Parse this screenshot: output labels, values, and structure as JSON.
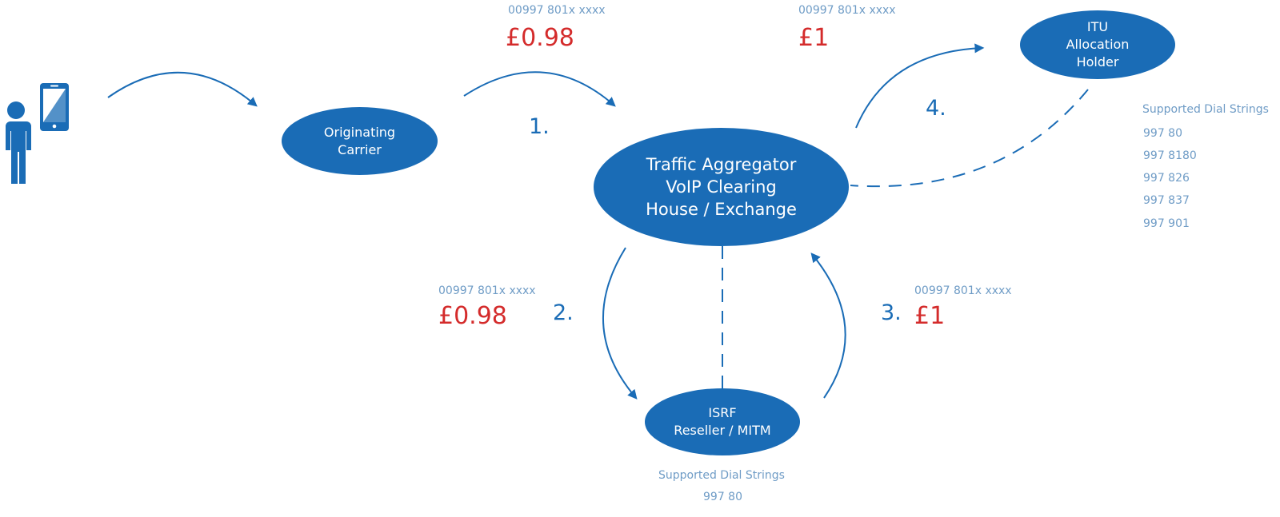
{
  "colors": {
    "node_fill": "#1a6cb6",
    "arrow": "#1a6cb6",
    "price": "#d42b2b",
    "dial_text": "#6f9cc6"
  },
  "icons": [
    "person-icon",
    "smartphone-icon"
  ],
  "nodes": {
    "originating_carrier": [
      "Originating",
      "Carrier"
    ],
    "aggregator": [
      "Traffic Aggregator",
      "VoIP Clearing",
      "House / Exchange"
    ],
    "itu": [
      "ITU",
      "Allocation",
      "Holder"
    ],
    "isrf": [
      "ISRF",
      "Reseller / MITM"
    ]
  },
  "links": {
    "step1": {
      "number": "1.",
      "dial_string": "00997 801x xxxx",
      "price": "£0.98"
    },
    "step2": {
      "number": "2.",
      "dial_string": "00997 801x xxxx",
      "price": "£0.98"
    },
    "step3": {
      "number": "3.",
      "dial_string": "00997 801x xxxx",
      "price": "£1"
    },
    "step4": {
      "number": "4.",
      "dial_string": "00997 801x xxxx",
      "price": "£1"
    }
  },
  "itu_supported": {
    "title": "Supported Dial Strings",
    "items": [
      "997 80",
      "997 8180",
      "997 826",
      "997 837",
      "997 901"
    ]
  },
  "isrf_supported": {
    "title": "Supported Dial Strings",
    "items": [
      "997 80"
    ]
  }
}
